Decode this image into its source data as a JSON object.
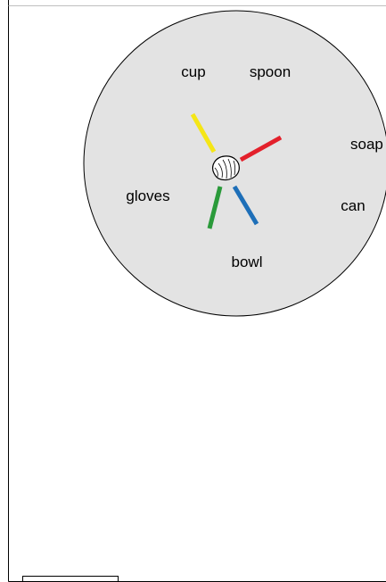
{
  "diagram": {
    "labels": {
      "cup": "cup",
      "spoon": "spoon",
      "soap": "soap",
      "gloves": "gloves",
      "can": "can",
      "bowl": "bowl"
    },
    "colors": {
      "circle_fill": "#e3e3e3",
      "circle_stroke": "#000000",
      "arm_yellow": "#f5e616",
      "arm_red": "#e3202b",
      "arm_green": "#2a9a3a",
      "arm_blue": "#1e6fb8"
    },
    "center_icon": "shell-icon"
  }
}
